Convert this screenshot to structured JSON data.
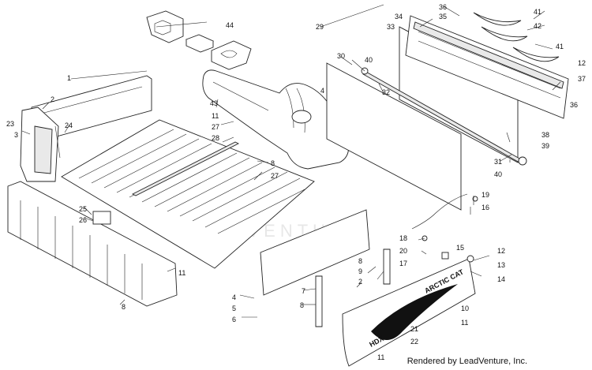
{
  "diagram": {
    "credit": "Rendered by LeadVenture, Inc.",
    "watermark": "LEADVENTURE",
    "decal_text": {
      "brand": "ARCTIC CAT",
      "model": "HDX"
    },
    "callouts": {
      "c1": "1",
      "c2": "2",
      "c3": "3",
      "c4": "4",
      "c5": "5",
      "c6": "6",
      "c7": "7",
      "c8": "8",
      "c9": "9",
      "c10": "10",
      "c11": "11",
      "c12": "12",
      "c13": "13",
      "c14": "14",
      "c15": "15",
      "c16": "16",
      "c17": "17",
      "c18": "18",
      "c19": "19",
      "c20": "20",
      "c21": "21",
      "c22": "22",
      "c23": "23",
      "c24": "24",
      "c25": "25",
      "c26": "26",
      "c27": "27",
      "c28": "28",
      "c29": "29",
      "c30": "30",
      "c31": "31",
      "c32": "32",
      "c33": "33",
      "c34": "34",
      "c35": "35",
      "c36": "36",
      "c37": "37",
      "c38": "38",
      "c39": "39",
      "c40": "40",
      "c41": "41",
      "c42": "42",
      "c43": "43",
      "c44": "44"
    }
  }
}
